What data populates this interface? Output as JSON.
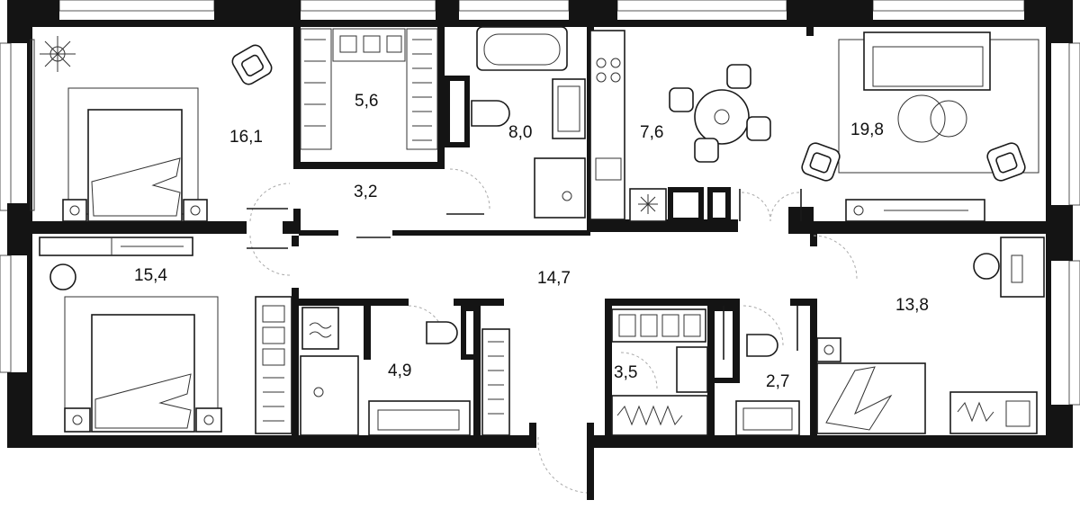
{
  "rooms": [
    {
      "id": "bedroom-1",
      "area": "16,1"
    },
    {
      "id": "dressing-1",
      "area": "5,6"
    },
    {
      "id": "bathroom-1",
      "area": "8,0"
    },
    {
      "id": "kitchen",
      "area": "7,6"
    },
    {
      "id": "living-room",
      "area": "19,8"
    },
    {
      "id": "corridor-upper",
      "area": "3,2"
    },
    {
      "id": "bedroom-2",
      "area": "15,4"
    },
    {
      "id": "hall",
      "area": "14,7"
    },
    {
      "id": "bedroom-3",
      "area": "13,8"
    },
    {
      "id": "bathroom-2",
      "area": "4,9"
    },
    {
      "id": "dressing-2",
      "area": "3,5"
    },
    {
      "id": "bathroom-3",
      "area": "2,7"
    }
  ],
  "colors": {
    "wall": "#141414",
    "background": "#ffffff",
    "line": "#1a1a1a"
  }
}
